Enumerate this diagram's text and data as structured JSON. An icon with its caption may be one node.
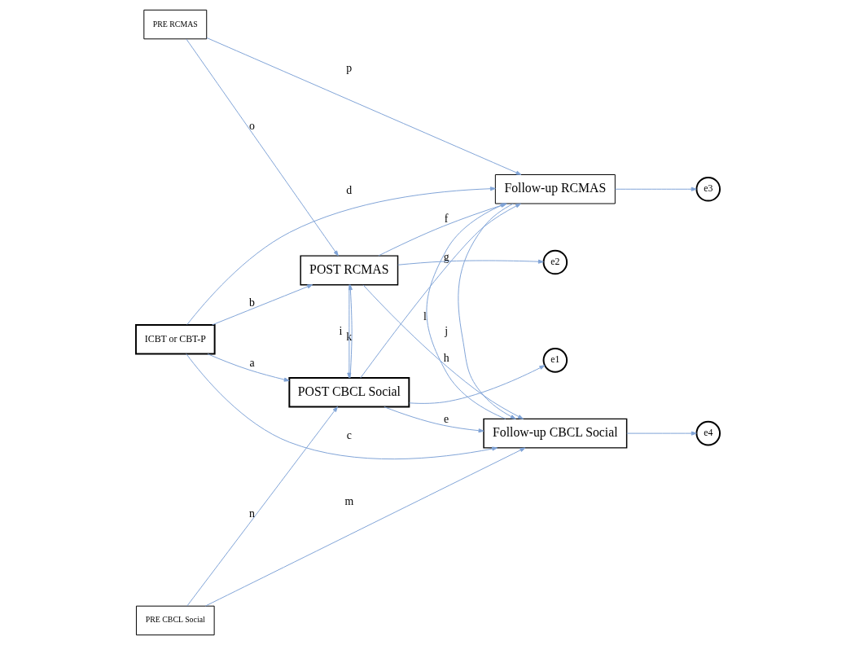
{
  "diagram": {
    "nodes": [
      {
        "text": [
          "PRE CBCL Social"
        ]
      },
      {
        "text": [
          "POST CBCL Social"
        ]
      },
      {
        "text": [
          "Follow-up CBCL Social"
        ]
      },
      {
        "text": [
          "e1"
        ]
      },
      {
        "text": [
          "e4"
        ]
      },
      {
        "text": [
          "ICBT or CBT-P"
        ]
      },
      {
        "text": [
          "POST RCMAS"
        ]
      },
      {
        "text": [
          "Follow-up RCMAS"
        ]
      },
      {
        "text": [
          "PRE RCMAS"
        ]
      },
      {
        "text": [
          "e2"
        ]
      },
      {
        "text": [
          "e3"
        ]
      }
    ],
    "edges": [
      {
        "from": 0,
        "to": 2,
        "arrow": "to",
        "label": "m"
      },
      {
        "from": 0,
        "to": 1,
        "arrow": "to",
        "label": "n"
      },
      {
        "from": 1,
        "to": 2,
        "arrow": "to",
        "label": "e"
      },
      {
        "from": 1,
        "to": 7,
        "arrow": "to",
        "label": "g"
      },
      {
        "from": 1,
        "to": 3,
        "arrow": "to"
      },
      {
        "from": 2,
        "to": 4,
        "arrow": "to"
      },
      {
        "from": 5,
        "to": 1,
        "arrow": "to",
        "label": "a"
      },
      {
        "from": 5,
        "to": 2,
        "arrow": "to",
        "label": "c"
      },
      {
        "from": 6,
        "to": 1,
        "arrow": "to",
        "label": "i"
      },
      {
        "from": 1,
        "to": 6,
        "arrow": "to",
        "label": "k"
      },
      {
        "from": 7,
        "to": 2,
        "arrow": "to",
        "label": "j"
      },
      {
        "from": 2,
        "to": 7,
        "arrow": "to",
        "label": "l"
      },
      {
        "from": 5,
        "to": 7,
        "arrow": "to",
        "label": "d"
      },
      {
        "from": 5,
        "to": 6,
        "arrow": "to",
        "label": "b"
      },
      {
        "from": 6,
        "to": 2,
        "arrow": "to",
        "label": "h"
      },
      {
        "from": 6,
        "to": 7,
        "arrow": "to",
        "label": "f"
      },
      {
        "from": 8,
        "to": 6,
        "arrow": "to",
        "label": "o"
      },
      {
        "from": 8,
        "to": 7,
        "arrow": "to",
        "label": "p"
      },
      {
        "from": 6,
        "to": 9,
        "arrow": "to"
      },
      {
        "from": 7,
        "to": 10,
        "arrow": "to"
      }
    ]
  }
}
